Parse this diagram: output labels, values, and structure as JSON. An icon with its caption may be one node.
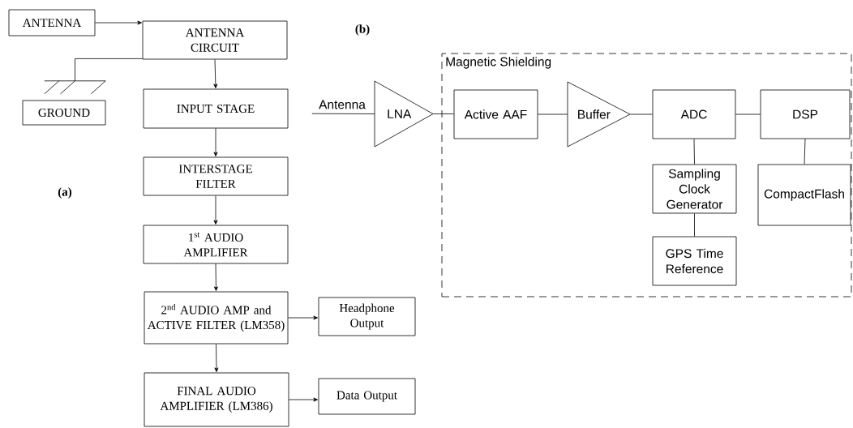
{
  "diagram": {
    "nodes": [
      {
        "text": [
          "ANTENNA"
        ]
      },
      {
        "text": [
          "ANTENNA CIRCUIT"
        ]
      },
      {
        "text": [],
        "shape": "symbol"
      },
      {
        "text": [
          "GROUND"
        ]
      },
      {
        "text": [
          "INPUT STAGE"
        ]
      },
      {
        "text": [
          "INTERSTAGE FILTER"
        ]
      },
      {
        "text": [
          "1$^{st}$ AUDIO AMPLIFIER"
        ]
      },
      {
        "text": [
          "2$^{nd}$ AUDIO AMP and ACTIVE FILTER (LM358)"
        ]
      },
      {
        "text": [
          "Headphone Output"
        ]
      },
      {
        "text": [
          "FINAL AUDIO AMPLIFIER (LM386)"
        ]
      },
      {
        "text": [
          "Data Output"
        ]
      },
      {
        "text": [
          "Antenna"
        ]
      },
      {
        "text": [
          "LNA"
        ]
      },
      {
        "text": [
          "Magnetic Shielding"
        ]
      },
      {
        "text": [
          "Active AAF"
        ],
        "in": 13
      },
      {
        "text": [
          "Buffer"
        ],
        "in": 13
      },
      {
        "text": [
          "ADC"
        ],
        "in": 13
      },
      {
        "text": [
          "DSP"
        ],
        "in": 13
      },
      {
        "text": [
          "Sampling Clock Generator"
        ],
        "in": 13
      },
      {
        "text": [
          "CompactFlash"
        ],
        "in": 13
      },
      {
        "text": [
          "GPS Time Reference"
        ],
        "in": 13
      }
    ],
    "edges": [
      {
        "from": 0,
        "to": 1,
        "arrow": "to"
      },
      {
        "from": 1,
        "to": 2,
        "arrow": "none"
      },
      {
        "from": 1,
        "to": 4,
        "arrow": "to"
      },
      {
        "from": 4,
        "to": 5,
        "arrow": "to"
      },
      {
        "from": 5,
        "to": 6,
        "arrow": "to"
      },
      {
        "from": 6,
        "to": 7,
        "arrow": "to"
      },
      {
        "from": 7,
        "to": 8,
        "arrow": "to"
      },
      {
        "from": 7,
        "to": 9,
        "arrow": "to"
      },
      {
        "from": 9,
        "to": 10,
        "arrow": "to"
      },
      {
        "from": 11,
        "to": 12,
        "arrow": "none"
      },
      {
        "from": 12,
        "to": 14,
        "arrow": "none"
      },
      {
        "from": 14,
        "to": 15,
        "arrow": "none"
      },
      {
        "from": 15,
        "to": 16,
        "arrow": "none"
      },
      {
        "from": 16,
        "to": 17,
        "arrow": "none"
      },
      {
        "from": 16,
        "to": 18,
        "arrow": "none"
      },
      {
        "from": 18,
        "to": 20,
        "arrow": "none"
      },
      {
        "from": 17,
        "to": 19,
        "arrow": "none"
      }
    ],
    "labels": [
      "(b)",
      "(a)"
    ]
  }
}
